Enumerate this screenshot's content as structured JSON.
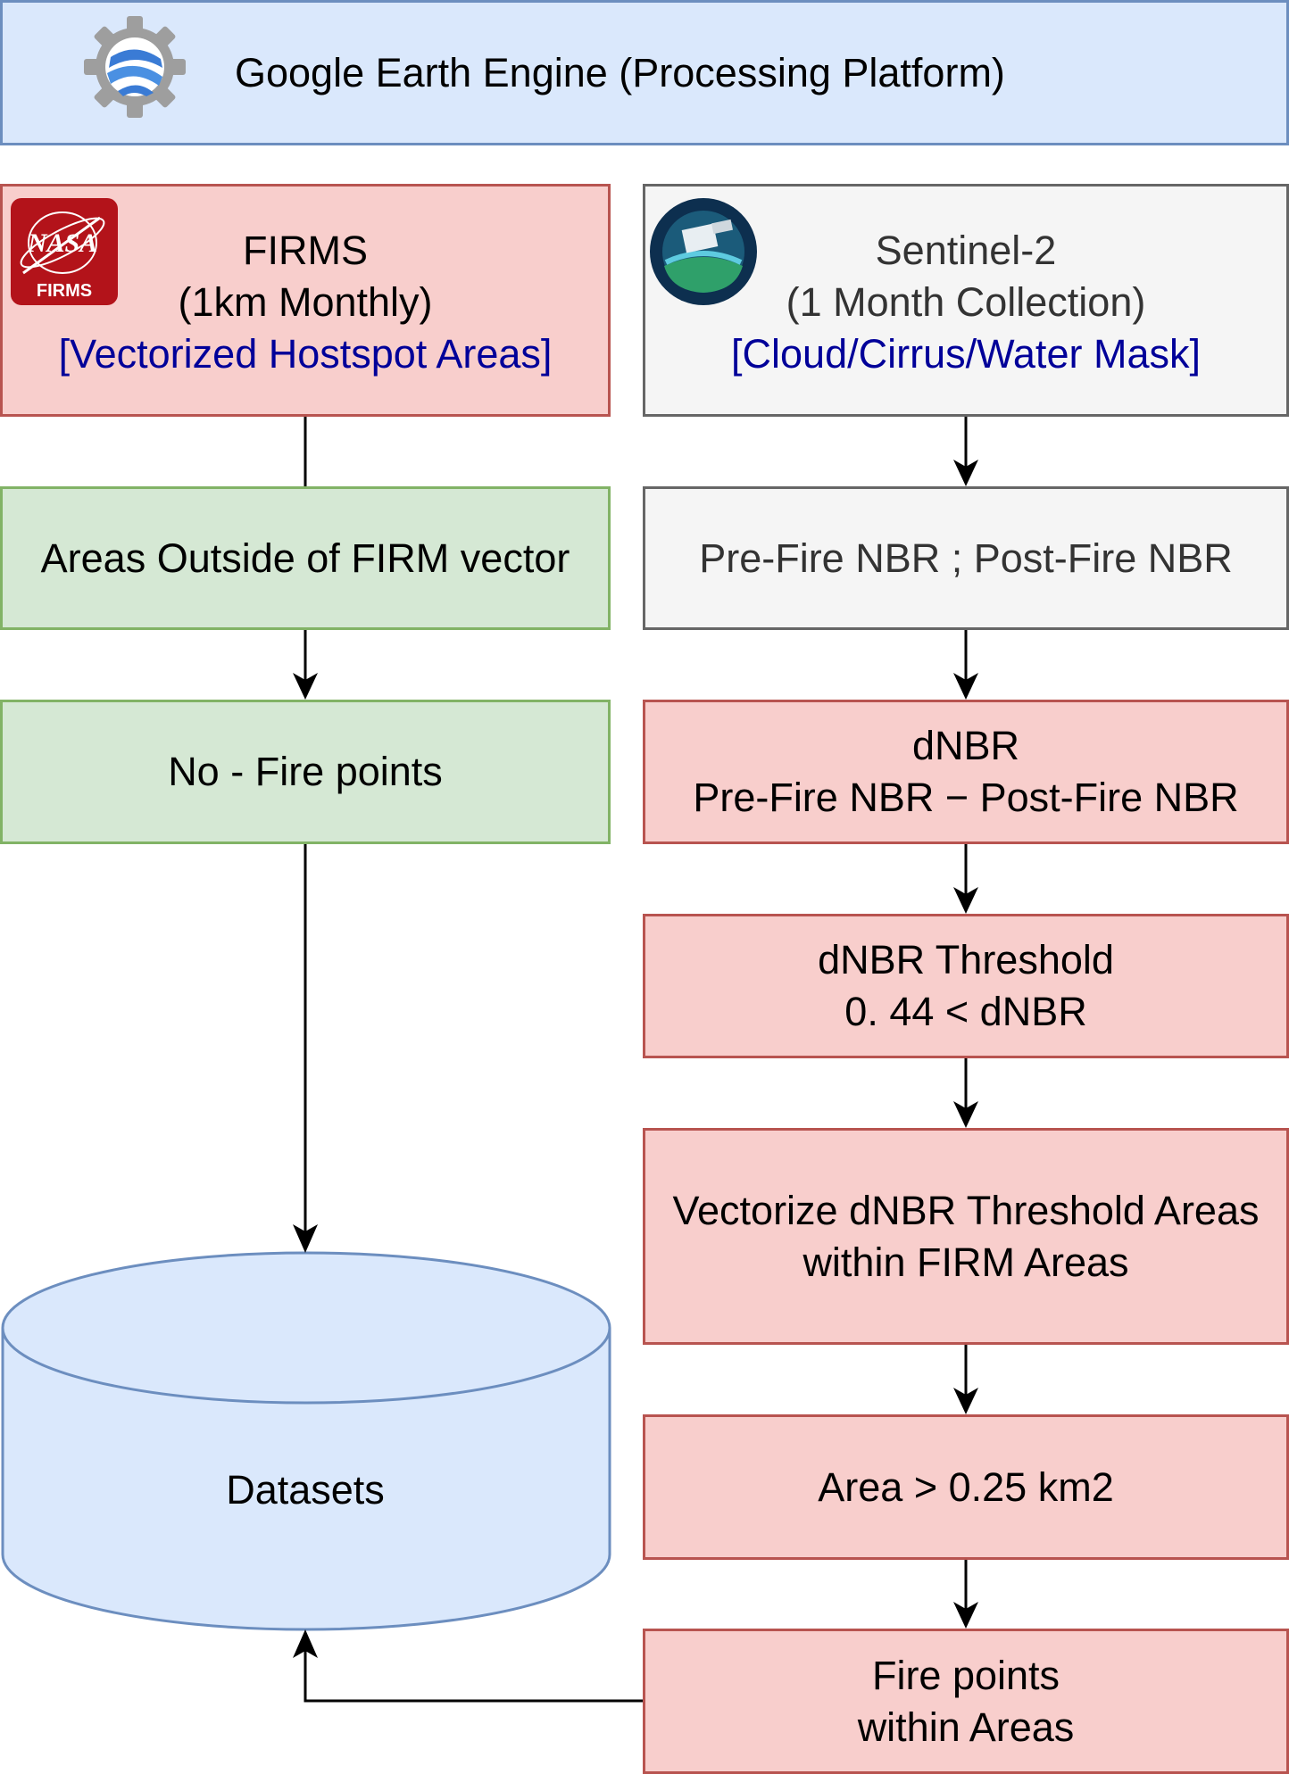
{
  "header": {
    "title": "Google Earth Engine (Processing Platform)",
    "logo": "google-earth-engine-gear-icon"
  },
  "firms": {
    "title": "FIRMS",
    "subtitle": "(1km Monthly)",
    "note": "[Vectorized Hostspot Areas]",
    "logo": "nasa-firms-logo",
    "logo_text": "NASA",
    "logo_caption": "FIRMS"
  },
  "sentinel": {
    "title": "Sentinel-2",
    "subtitle": "(1 Month Collection)",
    "note": "[Cloud/Cirrus/Water Mask]",
    "logo": "sentinel-2-copernicus-logo"
  },
  "left_steps": {
    "outside": "Areas Outside of FIRM vector",
    "no_fire": "No - Fire points"
  },
  "right_steps": {
    "nbr": "Pre-Fire NBR ; Post-Fire NBR",
    "dnbr_title": "dNBR",
    "dnbr_formula": "Pre-Fire NBR − Post-Fire NBR",
    "threshold_title": "dNBR Threshold",
    "threshold_rule": "0. 44 < dNBR",
    "vectorize_line1": "Vectorize dNBR Threshold Areas",
    "vectorize_line2": "within FIRM Areas",
    "area_rule": "Area > 0.25 km2",
    "fire_points_line1": "Fire points",
    "fire_points_line2": "within Areas"
  },
  "datasets": {
    "label": "Datasets"
  },
  "colors": {
    "blue_fill": "#dae8fc",
    "blue_stroke": "#6c8ebf",
    "red_fill": "#f8cecc",
    "red_stroke": "#b85450",
    "green_fill": "#d5e8d4",
    "green_stroke": "#82b366",
    "gray_fill": "#f5f5f5",
    "gray_stroke": "#666666",
    "note_text": "#000099"
  }
}
